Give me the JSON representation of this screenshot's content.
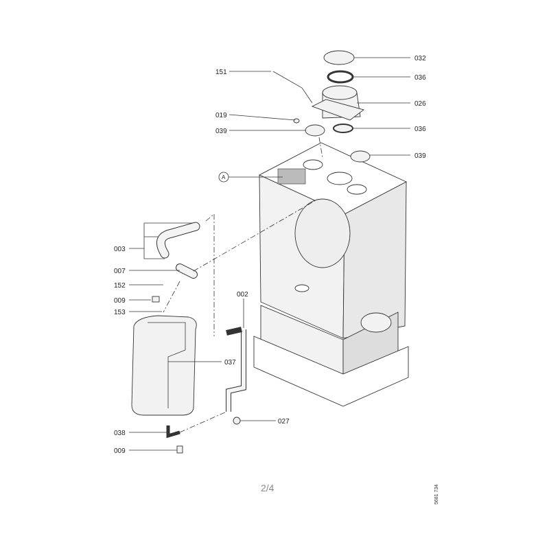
{
  "diagram": {
    "page_number": "2/4",
    "document_number": "5681 734",
    "callouts": {
      "c032": "032",
      "c036_top": "036",
      "c151": "151",
      "c026": "026",
      "c019": "019",
      "c039_left": "039",
      "c036_mid": "036",
      "c039_right": "039",
      "cA": "A",
      "c003": "003",
      "c007": "007",
      "c152": "152",
      "c009_top": "009",
      "c153": "153",
      "c002": "002",
      "c037": "037",
      "c038": "038",
      "c009_bottom": "009",
      "c027": "027"
    }
  }
}
